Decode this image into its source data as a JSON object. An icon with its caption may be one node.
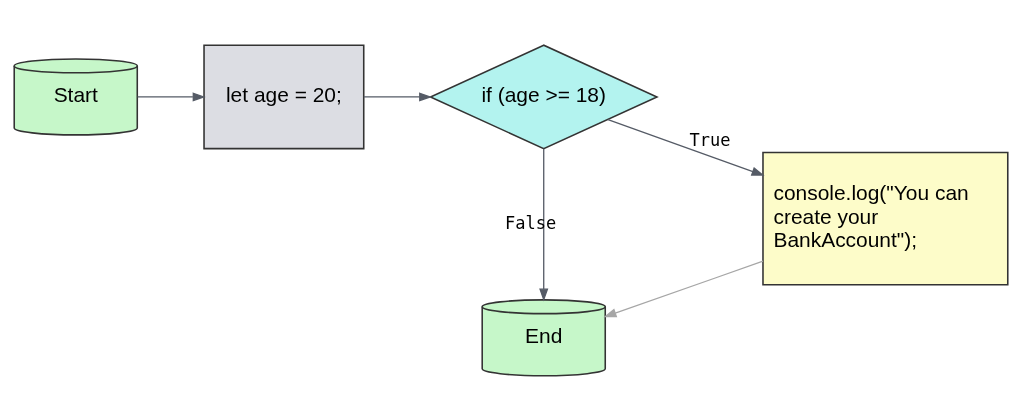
{
  "diagram": {
    "nodes": [
      {
        "text": [
          "Start"
        ]
      },
      {
        "text": [
          "let age = 20;"
        ]
      },
      {
        "text": [
          "if (age >= 18)"
        ]
      },
      {
        "text": [
          "console.log(\"You can create your BankAccount\");"
        ]
      },
      {
        "text": [
          "End"
        ]
      }
    ],
    "edges": [
      {
        "from": 0,
        "to": 1,
        "arrow": "to"
      },
      {
        "from": 1,
        "to": 2,
        "arrow": "to"
      },
      {
        "from": 2,
        "to": 3,
        "arrow": "to",
        "label": "True"
      },
      {
        "from": 2,
        "to": 4,
        "arrow": "to",
        "label": "False"
      },
      {
        "from": 3,
        "to": 4,
        "arrow": "to",
        "color": "#a6a6a6"
      }
    ]
  }
}
